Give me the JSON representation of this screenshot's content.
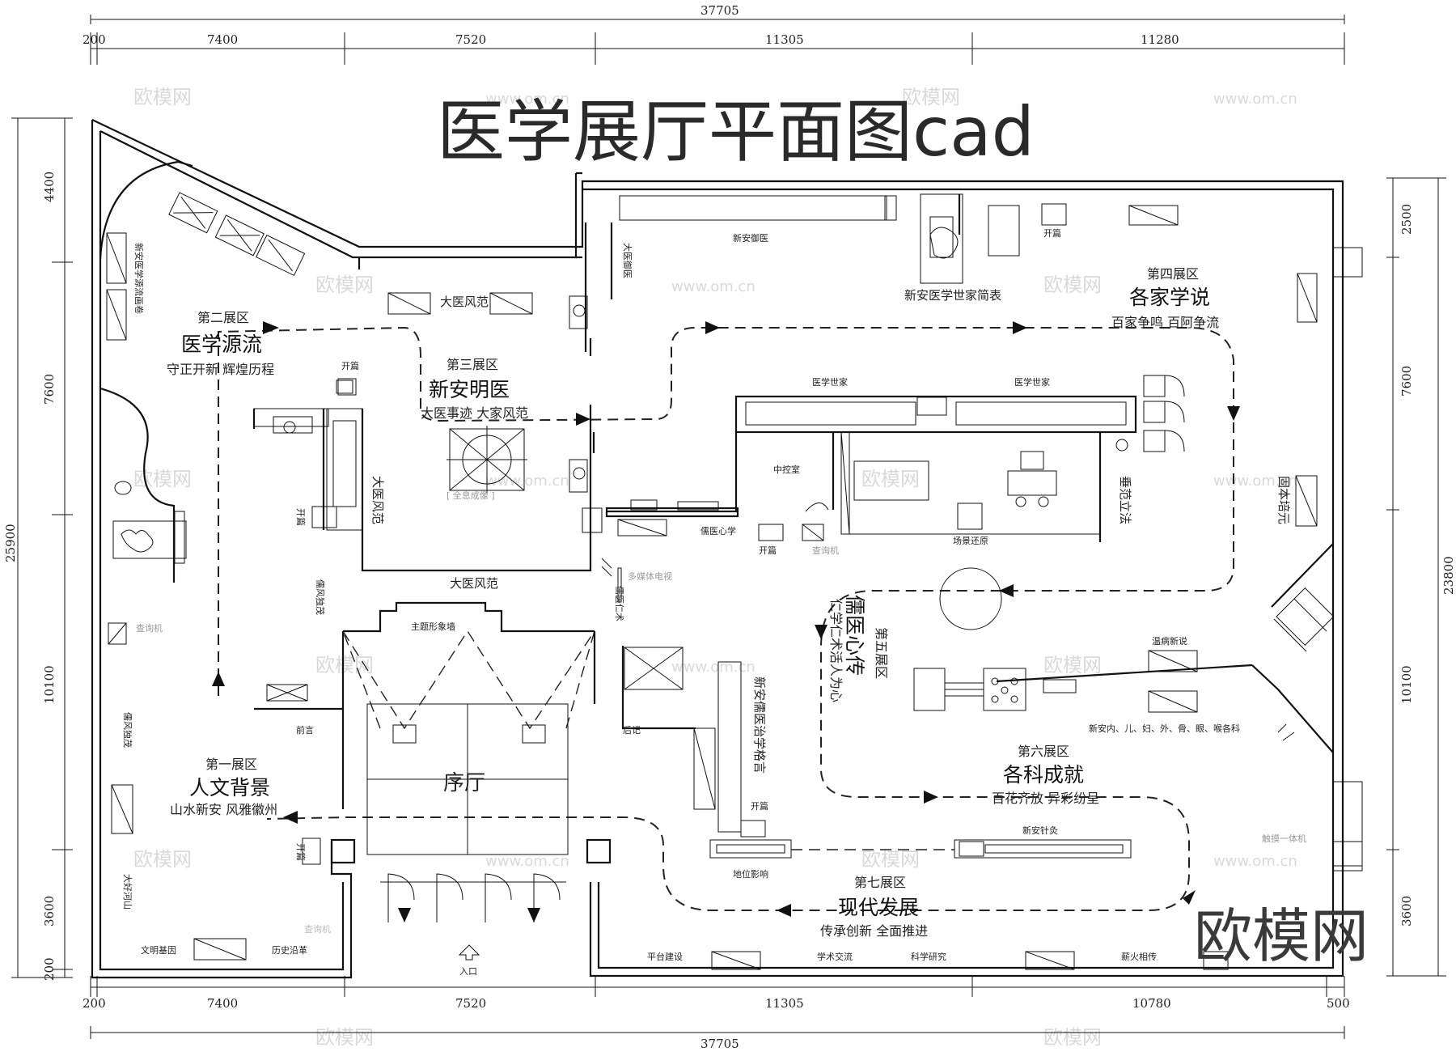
{
  "title": "医学展厅平面图cad",
  "dimensions": {
    "top_total": "37705",
    "top_segments": [
      "200",
      "7400",
      "7520",
      "11305",
      "11280"
    ],
    "bottom_total": "37705",
    "bottom_segments": [
      "200",
      "7400",
      "7520",
      "11305",
      "10780",
      "500"
    ],
    "left_total": "25900",
    "left_segments": [
      "4400",
      "7600",
      "10100",
      "3600",
      "200"
    ],
    "right_total": "23800",
    "right_segments": [
      "2500",
      "7600",
      "10100",
      "3600"
    ]
  },
  "zones": {
    "z1": {
      "num": "第一展区",
      "name": "人文背景",
      "sub": "山水新安  风雅徽州"
    },
    "z2": {
      "num": "第二展区",
      "name": "医学源流",
      "sub": "守正开新  辉煌历程"
    },
    "z3": {
      "num": "第三展区",
      "name": "新安明医",
      "sub": "大医事迹  大家风范"
    },
    "z4": {
      "num": "第四展区",
      "name": "各家学说",
      "sub": "百家争鸣  百阿争流"
    },
    "z5": {
      "num": "第五展区",
      "name": "儒医心传",
      "sub": "仁学仁术活人为心"
    },
    "z6": {
      "num": "第六展区",
      "name": "各科成就",
      "sub": "百花齐放  异彩纷呈"
    },
    "z7": {
      "num": "第七展区",
      "name": "现代发展",
      "sub": "传承创新  全面推进"
    }
  },
  "labels": {
    "xuting": "序厅",
    "entrance": "入口",
    "qianyan": "前言",
    "houji": "后记",
    "zhuti": "主题形象墙",
    "dayifengfan_top": "大医风范",
    "dayifengfan_bottom": "大医风范",
    "dayifengfan_v": "大医风范",
    "dayiyuyi": "大医御医",
    "xinanyuyi": "新安御医",
    "shijiajianbiao": "新安医学世家简表",
    "yixueshijia1": "医学世家",
    "yixueshijia2": "医学世家",
    "zhongkongshi": "中控室",
    "rujixinxue": "儒医心学",
    "changjinghuanyuan": "场景还原",
    "chuifanlifa": "垂范立法",
    "gubenpeiyuan": "固本培元",
    "wenbingxinshuo": "温病新说",
    "gekezhuanke": "新安内、儿、妇、外、骨、眼、喉各科",
    "xinanzhenjiu": "新安针灸",
    "diweiyingxiang": "地位影响",
    "rufengdumao1": "儒风独茂",
    "rufengdumao2": "儒风独茂",
    "yuanliuhuajuan": "新安医学源流画卷",
    "rujirenshu": "儒医仁术",
    "zhixuegeyan": "新安儒医治学格言",
    "dahaoheshan": "大好河山",
    "wenmingjiyin": "文明基因",
    "lishiyange": "历史沿革",
    "pingtaijianshe": "平台建设",
    "xueshujiaoliu": "学术交流",
    "kexueyanjiu": "科学研究",
    "xinhuoxiangchuan": "薪火相传",
    "kaipian1": "开篇",
    "kaipian2": "开篇",
    "kaipian3": "开篇",
    "kaipian4": "开篇",
    "kaipian5": "开篇",
    "kaipian6": "开篇",
    "quanxi": "[ 全息成像 ]",
    "duomeiti": "多媒体电视",
    "chuxiangji1": "查询机",
    "chuxiangji2": "查询机",
    "chuxiangji3": "查询机",
    "chumo": "触摸一体机"
  },
  "watermarks": {
    "small": "欧模网",
    "url": "www.om.cn",
    "big": "欧模网"
  }
}
